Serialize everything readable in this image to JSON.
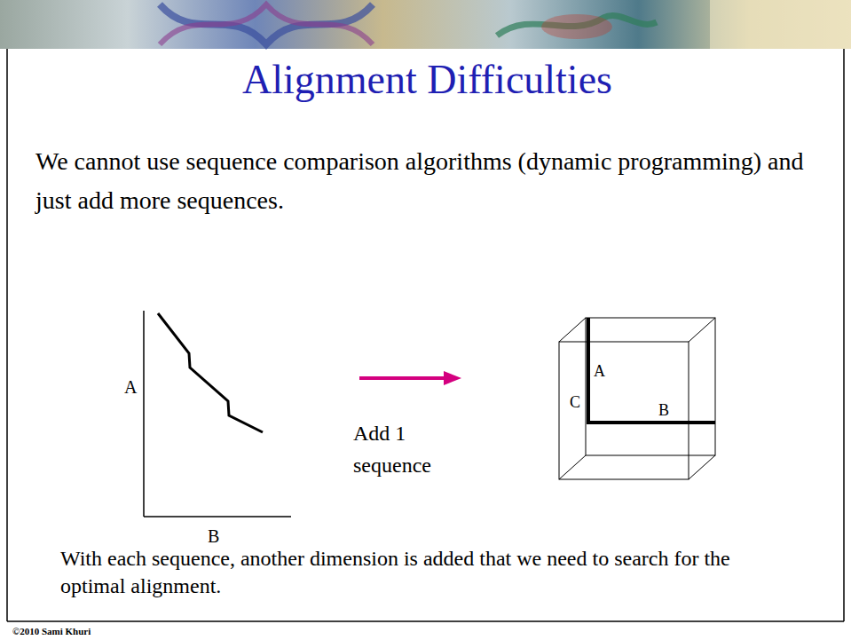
{
  "diagram": {
    "title": "Alignment Difficulties",
    "labels": [
      "We cannot use sequence comparison algorithms (dynamic programming) and just add more sequences.",
      "A",
      "B",
      "Add 1 sequence",
      "A",
      "B",
      "C",
      "With each sequence, another dimension is added that we need to search for the optimal alignment.",
      "©2010 Sami Khuri"
    ]
  }
}
